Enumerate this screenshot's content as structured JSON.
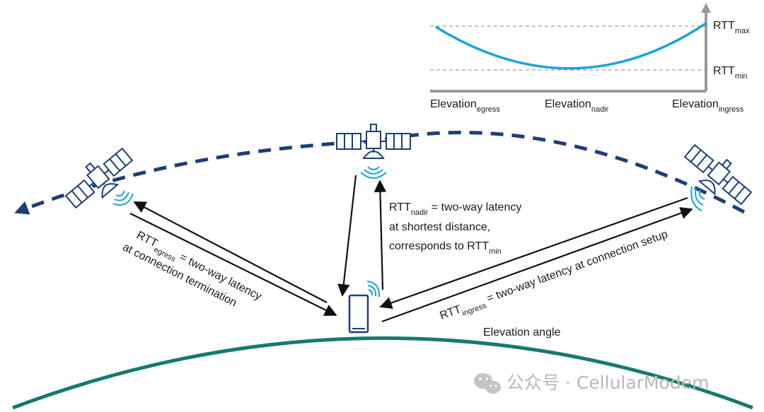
{
  "graph": {
    "rtt_max": {
      "main": "RTT",
      "sub": "max"
    },
    "rtt_min": {
      "main": "RTT",
      "sub": "min"
    },
    "x_labels": [
      {
        "main": "Elevation",
        "sub": "egress"
      },
      {
        "main": "Elevation",
        "sub": "nadir"
      },
      {
        "main": "Elevation",
        "sub": "ingress"
      }
    ]
  },
  "annotations": {
    "nadir": {
      "rtt": "RTT",
      "sub": "nadir",
      "rest": " = two-way latency",
      "line2": "at shortest distance,",
      "line3": "corresponds to RTT",
      "line3_sub": "min"
    },
    "egress": {
      "rtt": "RTT",
      "sub": "egress",
      "rest": " = two-way latency",
      "line2": "at connection termination"
    },
    "ingress": {
      "rtt": "RTT",
      "sub": "ingress",
      "rest": " = two-way latency at connection setup"
    },
    "elevation_angle": "Elevation angle"
  },
  "watermark": {
    "icon": "wechat-icon",
    "text": "公众号 · CellularModem"
  },
  "colors": {
    "orbit": "#1d3f73",
    "curve": "#1ba3dc",
    "earth": "#167a6e",
    "satellite": "#1d3f73",
    "signal": "#1ba3dc"
  }
}
